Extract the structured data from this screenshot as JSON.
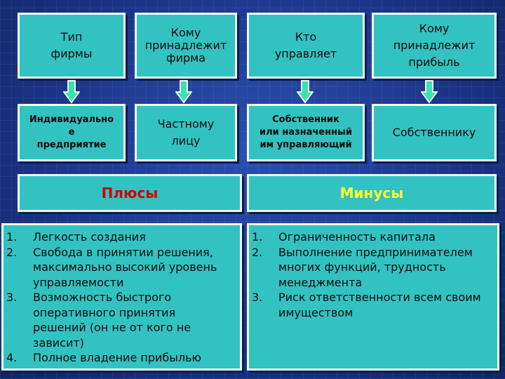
{
  "top_row": [
    {
      "lines": [
        "Тип",
        "фирмы"
      ]
    },
    {
      "lines": [
        "Кому",
        "принадлежит",
        "фирма"
      ]
    },
    {
      "lines": [
        "Кто",
        "управляет"
      ]
    },
    {
      "lines": [
        "Кому",
        "принадлежит",
        "прибыль"
      ]
    }
  ],
  "answer_row": [
    {
      "lines": [
        "Индивидуально",
        "е",
        "предприятие"
      ]
    },
    {
      "lines": [
        "Частному",
        "лицу"
      ]
    },
    {
      "lines": [
        "Собственник",
        "или назначенный",
        "им управляющий"
      ]
    },
    {
      "lines": [
        "Собственнику"
      ]
    }
  ],
  "pros": {
    "title": "Плюсы",
    "items": [
      {
        "num": "1.",
        "lines": [
          "Легкость создания"
        ]
      },
      {
        "num": "2.",
        "lines": [
          "Свобода в принятии решения,",
          "максимально высокий уровень",
          "управляемости"
        ]
      },
      {
        "num": "3.",
        "lines": [
          "Возможность быстрого",
          "оперативного принятия",
          "решений (он не от кого не",
          "зависит)"
        ]
      },
      {
        "num": "4.",
        "lines": [
          "Полное владение прибылью"
        ]
      }
    ]
  },
  "cons": {
    "title": "Минусы",
    "items": [
      {
        "num": "1.",
        "lines": [
          "Ограниченность капитала"
        ]
      },
      {
        "num": "2.",
        "lines": [
          "Выполнение предпринимателем",
          "многих функций, трудность",
          "менеджмента"
        ]
      },
      {
        "num": "3.",
        "lines": [
          "Риск ответственности всем своим",
          "имуществом"
        ]
      }
    ]
  },
  "colors": {
    "background": "#1d3a8e",
    "box_fill": "#33c2c2",
    "box_border": "#f4fbfb",
    "pros_title": "#d40000",
    "cons_title": "#ffff33",
    "arrow_fill": "#3fe0b0"
  }
}
